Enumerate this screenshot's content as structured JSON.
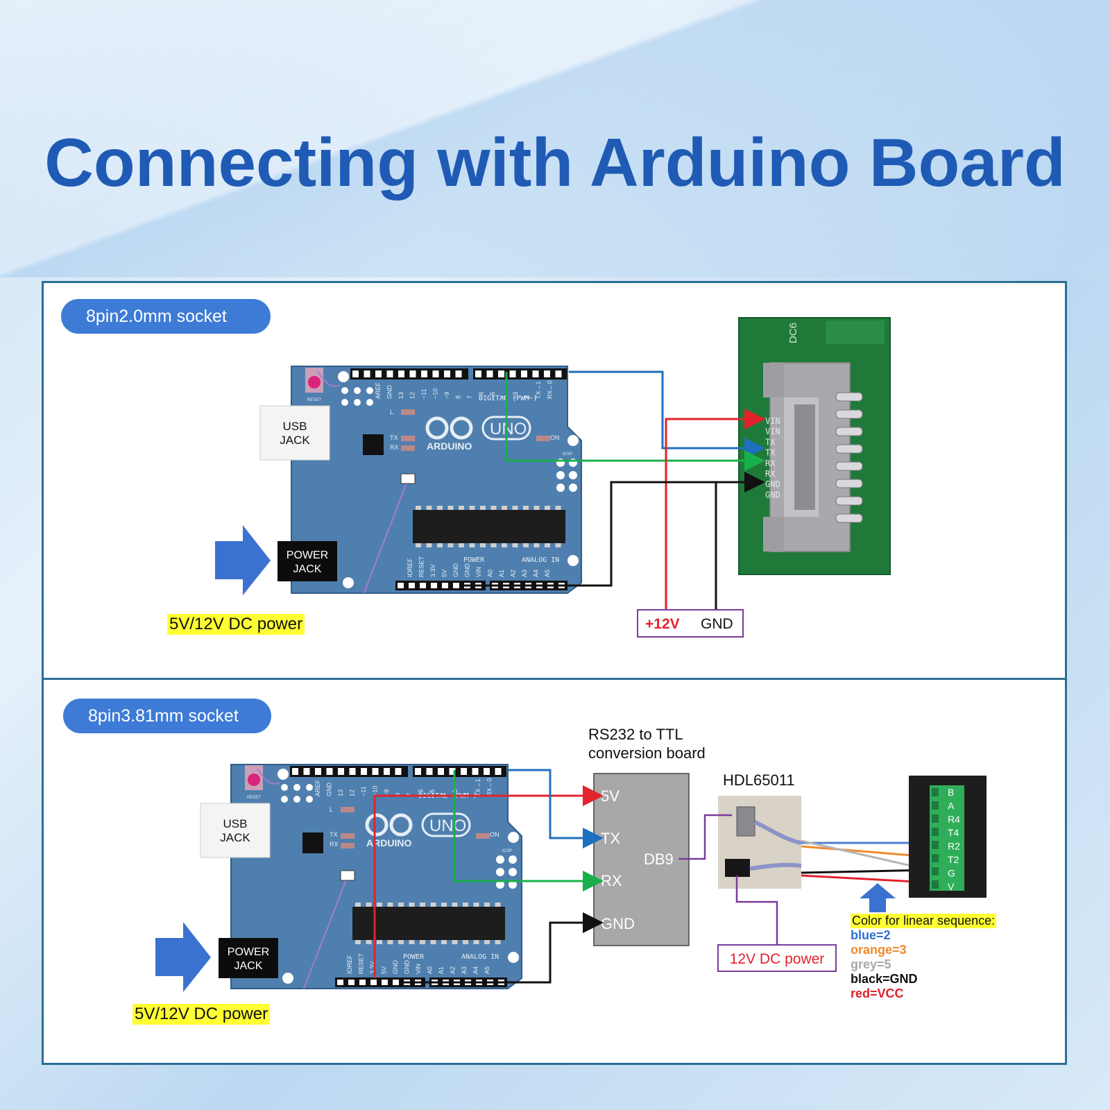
{
  "title": "Connecting with Arduino Board",
  "top": {
    "socket_label": "8pin2.0mm socket",
    "usb_jack": [
      "USB",
      "JACK"
    ],
    "power_jack": [
      "POWER",
      "JACK"
    ],
    "power_note": "5V/12V DC power",
    "board_brand": "ARDUINO",
    "board_model": "UNO",
    "board_texts": {
      "digital": "DIGITAL (PWM~)",
      "power": "POWER",
      "analog": "ANALOG IN",
      "tx": "TX",
      "rx": "RX",
      "on": "ON",
      "reset": "RESET",
      "icsp": "ICSP",
      "l": "L"
    },
    "header_labels": [
      "AREF",
      "GND",
      "13",
      "12",
      "~11",
      "~10",
      "~9",
      "8",
      "7",
      "~6",
      "~5",
      "4",
      "~3",
      "2",
      "TX→1",
      "RX←0"
    ],
    "power_labels": [
      "IOREF",
      "RESET",
      "3.3V",
      "5V",
      "GND",
      "GND",
      "VIN"
    ],
    "analog_labels": [
      "A0",
      "A1",
      "A2",
      "A3",
      "A4",
      "A5"
    ],
    "pcb_label": "DC6",
    "connector_pins": [
      "VIN",
      "VIN",
      "TX",
      "TX",
      "RX",
      "RX",
      "GND",
      "GND"
    ],
    "supply_plus": "+12V",
    "supply_gnd": "GND"
  },
  "bottom": {
    "socket_label": "8pin3.81mm socket",
    "usb_jack": [
      "USB",
      "JACK"
    ],
    "power_jack": [
      "POWER",
      "JACK"
    ],
    "power_note": "5V/12V DC power",
    "board_brand": "ARDUINO",
    "board_model": "UNO",
    "board_texts": {
      "digital": "DIGITAL (PWM~)",
      "power": "POWER",
      "analog": "ANALOG IN",
      "tx": "TX",
      "rx": "RX",
      "on": "ON",
      "reset": "RESET",
      "icsp": "ICSP",
      "l": "L"
    },
    "header_labels": [
      "AREF",
      "GND",
      "13",
      "12",
      "~11",
      "~10",
      "~9",
      "8",
      "7",
      "~6",
      "~5",
      "4",
      "~3",
      "2",
      "TX→1",
      "RX←0"
    ],
    "power_labels": [
      "IOREF",
      "RESET",
      "3.3V",
      "5V",
      "GND",
      "GND",
      "VIN"
    ],
    "analog_labels": [
      "A0",
      "A1",
      "A2",
      "A3",
      "A4",
      "A5"
    ],
    "converter_title": [
      "RS232 to TTL",
      "conversion board"
    ],
    "converter_pins": [
      "5V",
      "TX",
      "RX",
      "GND"
    ],
    "converter_db9": "DB9",
    "device_label": "HDL65011",
    "dc_power": "12V DC power",
    "terminal_pins": [
      "B",
      "A",
      "R4",
      "T4",
      "R2",
      "T2",
      "G",
      "V"
    ],
    "legend_title": "Color for linear sequence:",
    "legend": [
      {
        "text": "blue=2",
        "color": "#2f6fd0"
      },
      {
        "text": "orange=3",
        "color": "#f08a2c"
      },
      {
        "text": "grey=5",
        "color": "#a8a8a8"
      },
      {
        "text": "black=GND",
        "color": "#111111"
      },
      {
        "text": "red=VCC",
        "color": "#e0202a"
      }
    ]
  },
  "colors": {
    "wire_red": "#e3222b",
    "wire_blue": "#1f6fc0",
    "wire_green": "#18b04a",
    "wire_black": "#111111",
    "wire_purple": "#7a3a9a",
    "board": "#4f7fae",
    "pill": "#3d7bd6"
  }
}
